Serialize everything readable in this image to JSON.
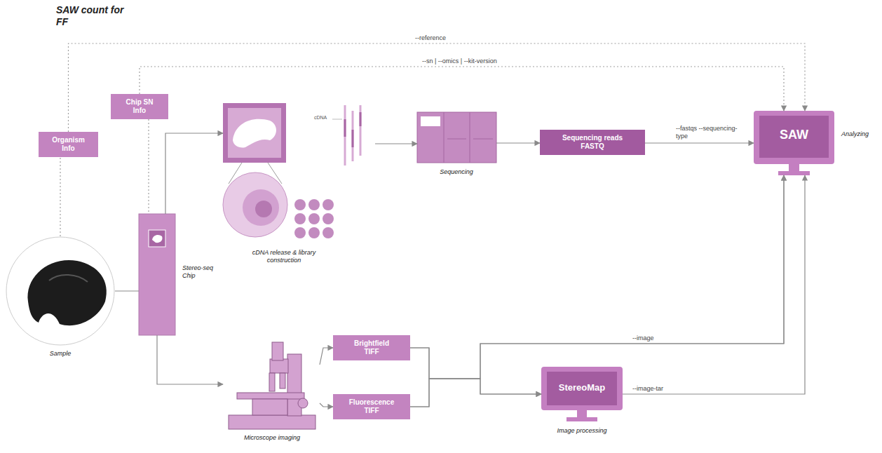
{
  "diagram": {
    "title": "SAW count for FF",
    "nodes": [
      {
        "text": [
          "Organism Info"
        ]
      },
      {
        "text": [
          "Chip SN Info"
        ]
      },
      {
        "text": [
          "cDNA release & library construction"
        ]
      },
      {
        "text": [
          "Sequencing"
        ]
      },
      {
        "text": [
          "Sequencing reads FASTQ"
        ]
      },
      {
        "text": [
          "SAW",
          "Analyzing"
        ]
      },
      {
        "text": [
          "Sample"
        ]
      },
      {
        "text": [
          "Stereo-seq Chip"
        ]
      },
      {
        "text": [
          "Microscope imaging"
        ]
      },
      {
        "text": [
          "Brightfield TIFF"
        ]
      },
      {
        "text": [
          "Fluorescence TIFF"
        ]
      },
      {
        "text": [
          "StereoMap",
          "Image processing"
        ]
      }
    ],
    "edges": [
      {
        "from": 0,
        "to": 5,
        "label": "--reference",
        "arrow": "to"
      },
      {
        "from": 1,
        "to": 5,
        "label": "--sn | --omics | --kit-version",
        "arrow": "to"
      },
      {
        "from": 6,
        "to": 0,
        "arrow": "none"
      },
      {
        "from": 1,
        "to": 7,
        "arrow": "none"
      },
      {
        "from": 6,
        "to": 7,
        "arrow": "none"
      },
      {
        "from": 7,
        "to": 2,
        "arrow": "to"
      },
      {
        "from": 7,
        "to": 8,
        "arrow": "to"
      },
      {
        "from": 2,
        "to": 3,
        "arrow": "to"
      },
      {
        "from": 3,
        "to": 4,
        "arrow": "to"
      },
      {
        "from": 4,
        "to": 5,
        "label": "--fastqs --sequencing-type",
        "arrow": "to"
      },
      {
        "from": 8,
        "to": 9,
        "arrow": "to"
      },
      {
        "from": 8,
        "to": 10,
        "arrow": "to"
      },
      {
        "from": 9,
        "to": 5,
        "label": "--image",
        "arrow": "to"
      },
      {
        "from": 10,
        "to": 5,
        "arrow": "to"
      },
      {
        "from": 9,
        "to": 11,
        "arrow": "to"
      },
      {
        "from": 10,
        "to": 11,
        "arrow": "to"
      },
      {
        "from": 11,
        "to": 5,
        "label": "--image-tar",
        "arrow": "to"
      }
    ],
    "labels": [
      "cDNA"
    ]
  }
}
